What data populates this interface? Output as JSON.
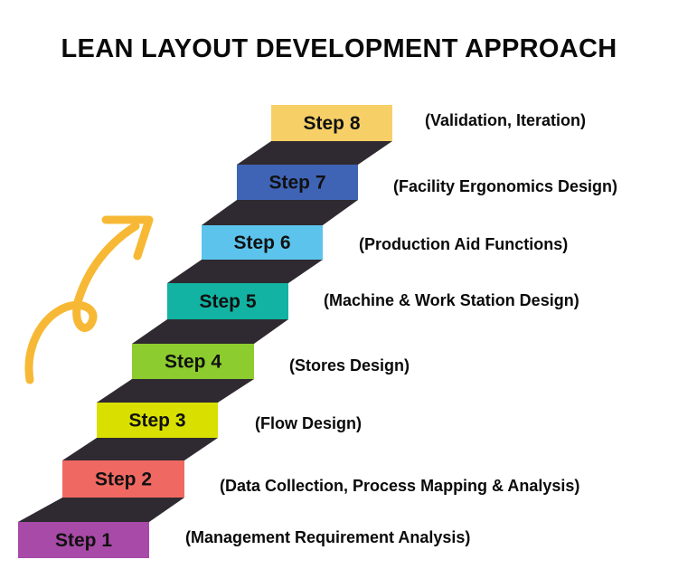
{
  "title": "LEAN LAYOUT DEVELOPMENT APPROACH",
  "steps": [
    {
      "label": "Step 1",
      "description": "(Management Requirement Analysis)",
      "color": "#a84aa7"
    },
    {
      "label": "Step 2",
      "description": "(Data Collection, Process Mapping & Analysis)",
      "color": "#f06862"
    },
    {
      "label": "Step 3",
      "description": "(Flow Design)",
      "color": "#d9e000"
    },
    {
      "label": "Step 4",
      "description": "(Stores Design)",
      "color": "#8ccc2e"
    },
    {
      "label": "Step 5",
      "description": "(Machine & Work Station Design)",
      "color": "#12b3a3"
    },
    {
      "label": "Step 6",
      "description": "(Production Aid Functions)",
      "color": "#5cc4ec"
    },
    {
      "label": "Step 7",
      "description": "(Facility Ergonomics Design)",
      "color": "#3f64b6"
    },
    {
      "label": "Step 8",
      "description": "(Validation, Iteration)",
      "color": "#f6d067"
    }
  ],
  "colors": {
    "riser": "#2f2a31",
    "arrow": "#f7b935",
    "text": "#0a0a0a"
  },
  "icons": {
    "progress_arrow": "curly-up-arrow-icon"
  }
}
